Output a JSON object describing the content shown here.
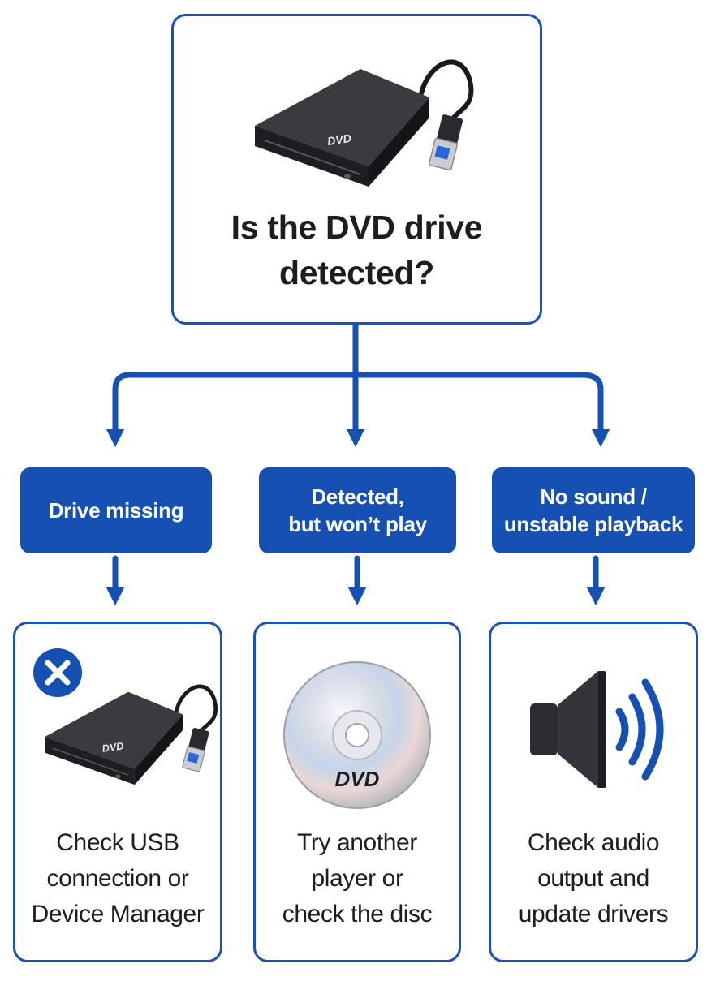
{
  "colors": {
    "accent": "#1650b3",
    "border": "#1d4fb8",
    "text": "#1c1c22",
    "background": "#ffffff"
  },
  "root": {
    "title": "Is the DVD drive\ndetected?",
    "drive_label": "DVD",
    "icon": "dvd-drive-icon"
  },
  "branches": [
    {
      "label": "Drive missing"
    },
    {
      "label": "Detected,\nbut won’t play"
    },
    {
      "label": "No sound /\nunstable playback"
    }
  ],
  "results": [
    {
      "text": "Check USB\nconnection or\nDevice Manager",
      "icon": "dvd-drive-error-icon",
      "drive_label": "DVD"
    },
    {
      "text": "Try another\nplayer or\ncheck the disc",
      "icon": "dvd-disc-icon",
      "disc_label": "DVD"
    },
    {
      "text": "Check audio\noutput and\nupdate drivers",
      "icon": "speaker-icon"
    }
  ]
}
